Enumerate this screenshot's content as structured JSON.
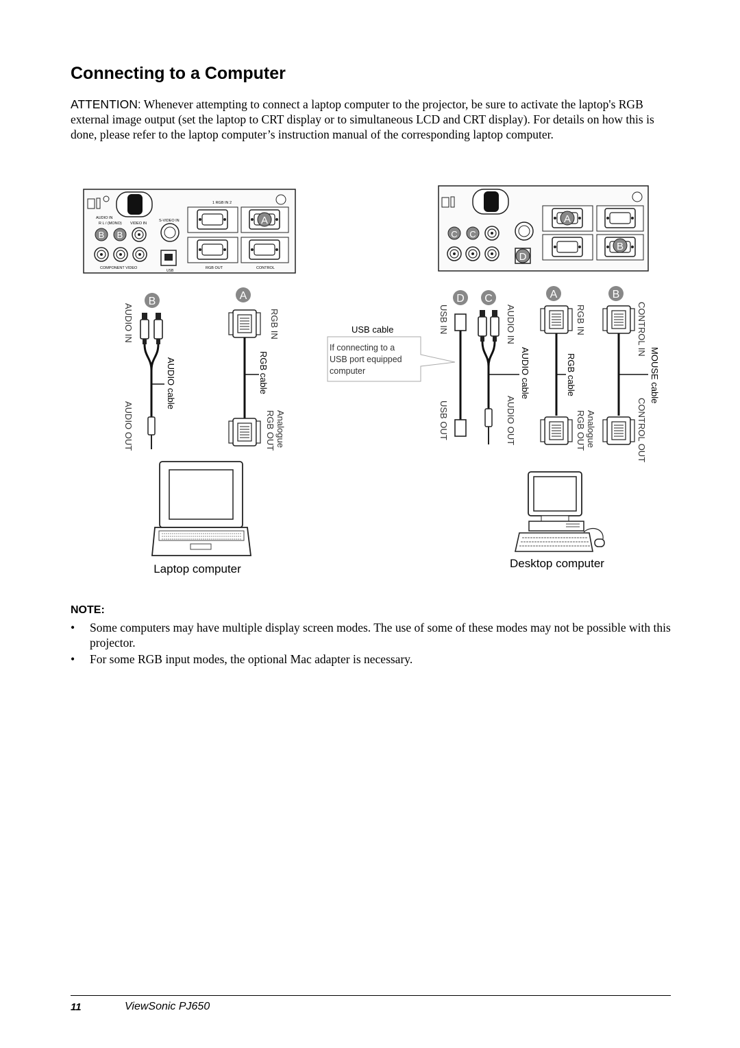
{
  "title": "Connecting to a Computer",
  "attention": {
    "label": "ATTENTION:",
    "text": " Whenever attempting to connect a laptop computer to the projector, be sure to activate the laptop's RGB external image output (set the laptop to CRT display or to simultaneous LCD and CRT display). For details on how this is done, please refer to the laptop computer’s instruction manual of the corresponding laptop computer."
  },
  "diagram": {
    "left_panel": {
      "audio_in_label": "AUDIO IN",
      "lr_mono_label": "R     L / (MONO)",
      "video_in_label": "VIDEO IN",
      "svideo_label": "S-VIDEO IN",
      "rgb_in_label": "1      RGB  IN      2",
      "component_label": "COMPONENT  VIDEO",
      "usb_label": "USB",
      "rgb_out_label": "RGB  OUT",
      "control_label": "CONTROL",
      "badge_a": "A",
      "badge_b": "B"
    },
    "right_panel": {
      "badge_a": "A",
      "badge_b": "B",
      "badge_c": "C",
      "badge_d": "D"
    },
    "laptop": {
      "audio_in": "AUDIO IN",
      "audio_cable": "AUDIO cable",
      "audio_out": "AUDIO OUT",
      "rgb_in": "RGB IN",
      "rgb_cable": "RGB cable",
      "rgb_out": "RGB OUT",
      "analogue": "Analogue",
      "caption": "Laptop computer"
    },
    "desktop": {
      "usb_cable": "USB cable",
      "callout_line1": "If connecting to a",
      "callout_line2": "USB port equipped",
      "callout_line3": "computer",
      "usb_in": "USB IN",
      "usb_out": "USB OUT",
      "audio_in": "AUDIO IN",
      "audio_cable": "AUDIO cable",
      "audio_out": "AUDIO OUT",
      "rgb_in": "RGB IN",
      "rgb_cable": "RGB cable",
      "rgb_out": "RGB OUT",
      "analogue": "Analogue",
      "control_in": "CONTROL IN",
      "mouse_cable": "MOUSE cable",
      "control_out": "CONTROL OUT",
      "caption": "Desktop computer"
    }
  },
  "note": {
    "heading": "NOTE:",
    "bullets": [
      "Some computers may have multiple display screen modes. The use of some of these modes may not be possible with this projector.",
      "For some RGB input modes, the optional Mac adapter is necessary."
    ]
  },
  "footer": {
    "page_number": "11",
    "brand": "ViewSonic  PJ650"
  }
}
